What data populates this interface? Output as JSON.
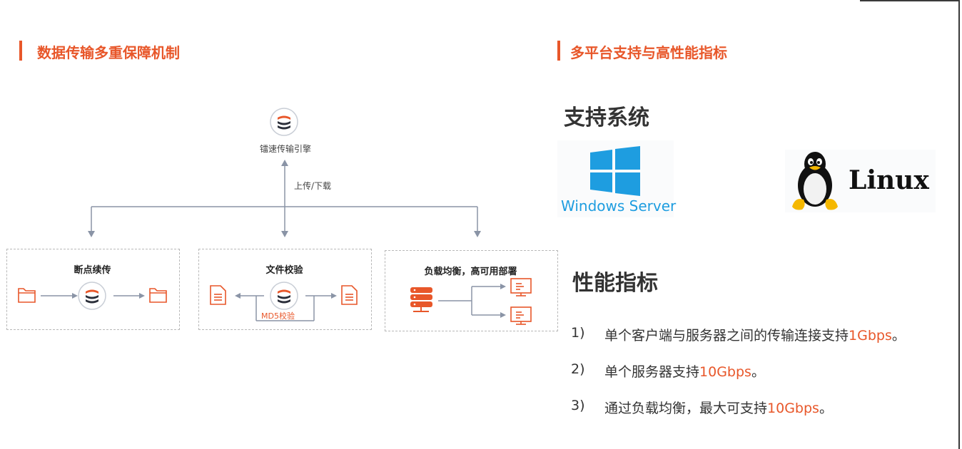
{
  "left_section": {
    "title": "数据传输多重保障机制",
    "engine_label": "镭速传输引擎",
    "updown_label": "上传/下载",
    "boxes": [
      {
        "title": "断点续传"
      },
      {
        "title": "文件校验",
        "sub_label": "MD5校验"
      },
      {
        "title": "负载均衡，高可用部署"
      }
    ]
  },
  "right_section": {
    "title": "多平台支持与高性能指标",
    "systems_heading": "支持系统",
    "windows_label": "Windows Server",
    "linux_label": "Linux",
    "perf_heading": "性能指标",
    "items": [
      {
        "num": "1)",
        "text": "单个客户端与服务器之间的传输连接支持",
        "highlight": "1Gbps",
        "end": "。"
      },
      {
        "num": "2)",
        "text": "单个服务器支持",
        "highlight": "10Gbps",
        "end": "。"
      },
      {
        "num": "3)",
        "text": "通过负载均衡，最大可支持",
        "highlight": "10Gbps",
        "end": "。"
      }
    ]
  },
  "colors": {
    "accent": "#e8572a",
    "line": "#8a94a6",
    "windows": "#1e9de0"
  },
  "icons": [
    "rayspeed-logo-icon",
    "folder-icon",
    "document-icon",
    "server-icon",
    "monitor-icon",
    "windows-logo-icon",
    "tux-penguin-icon"
  ]
}
